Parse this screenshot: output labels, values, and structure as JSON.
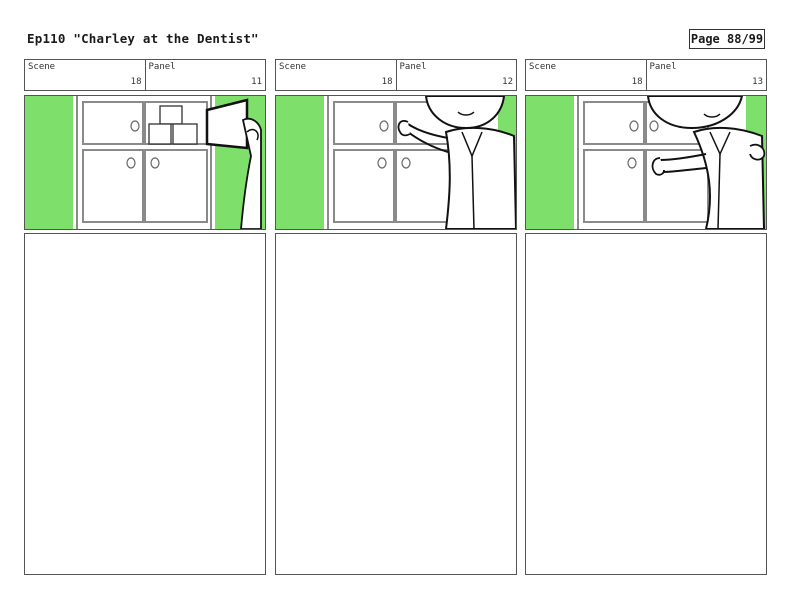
{
  "header": {
    "episode_title": "Ep110 \"Charley at the Dentist\"",
    "page_label": "Page 88/99"
  },
  "panels": [
    {
      "scene_label": "Scene",
      "scene_number": "18",
      "panel_label": "Panel",
      "panel_number": "11"
    },
    {
      "scene_label": "Scene",
      "scene_number": "18",
      "panel_label": "Panel",
      "panel_number": "12"
    },
    {
      "scene_label": "Scene",
      "scene_number": "18",
      "panel_label": "Panel",
      "panel_number": "13"
    }
  ],
  "colors": {
    "background_green": "#7ee06a",
    "line": "#222222",
    "cabinet_line": "#8a8a8a"
  }
}
